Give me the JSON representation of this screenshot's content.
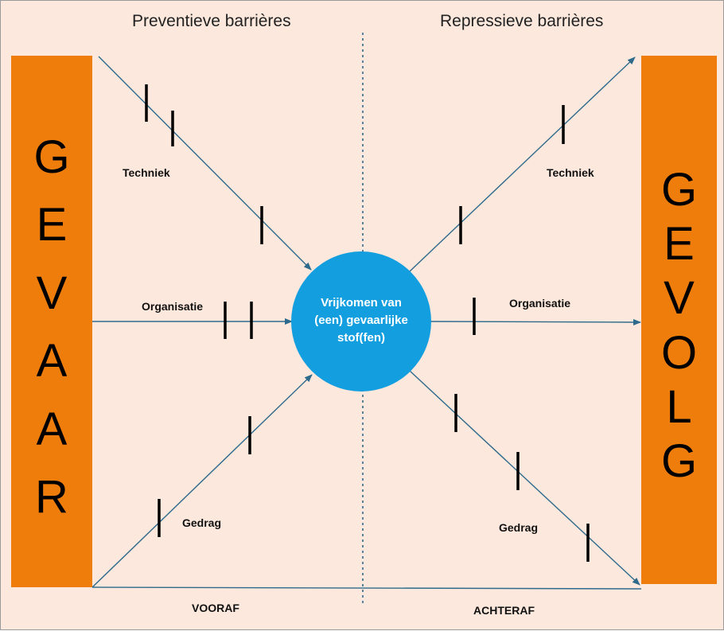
{
  "headings": {
    "left": "Preventieve barrières",
    "right": "Repressieve barrières"
  },
  "hazard": {
    "letters": [
      "G",
      "E",
      "V",
      "A",
      "A",
      "R"
    ]
  },
  "consequence": {
    "letters": [
      "G",
      "E",
      "V",
      "O",
      "L",
      "G"
    ]
  },
  "center": {
    "lines": [
      "Vrijkomen van",
      "(een) gevaarlijke",
      "stof(fen)"
    ]
  },
  "labels": {
    "left_techniek": "Techniek",
    "left_organisatie": "Organisatie",
    "left_gedrag": "Gedrag",
    "right_techniek": "Techniek",
    "right_organisatie": "Organisatie",
    "right_gedrag": "Gedrag",
    "vooraf": "VOORAF",
    "achteraf": "ACHTERAF"
  },
  "colors": {
    "background": "#fce8dc",
    "bar": "#ef7d0c",
    "circle": "#139ee0",
    "arrow": "#2e6a8c",
    "barrier": "#000000"
  }
}
